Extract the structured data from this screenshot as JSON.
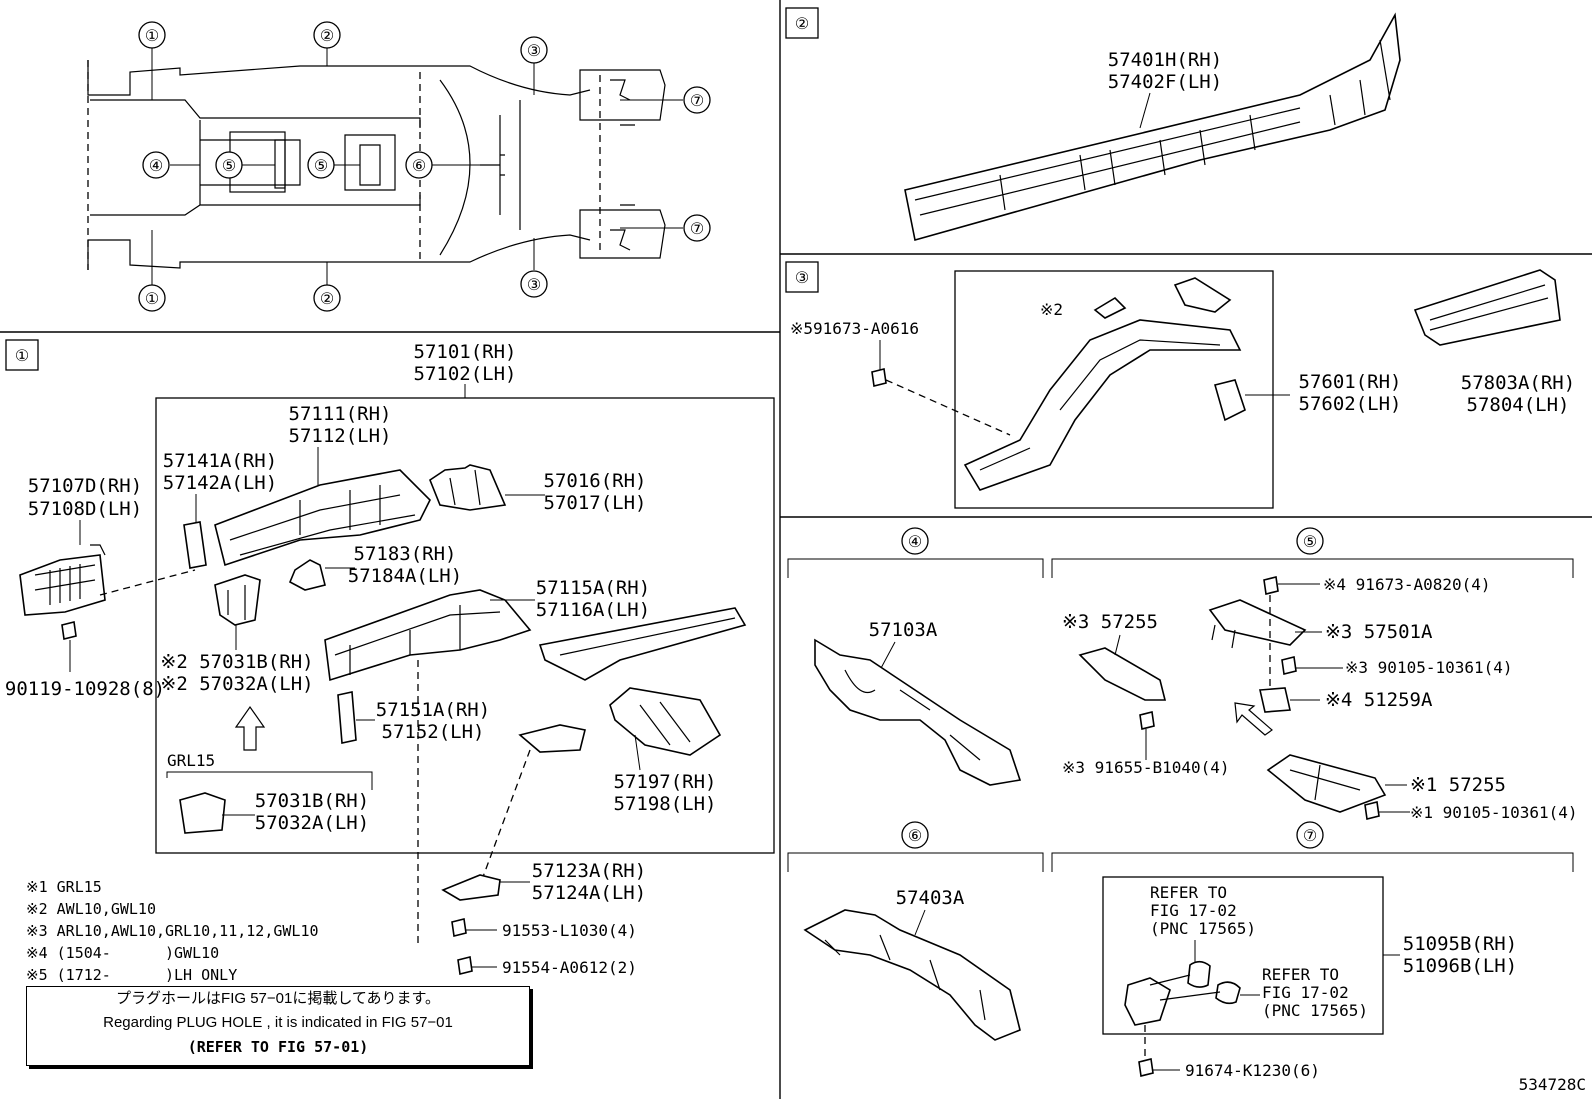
{
  "overview": {
    "callouts": [
      "①",
      "②",
      "③",
      "④",
      "⑤",
      "⑤",
      "⑥",
      "⑦",
      "⑦",
      "①",
      "②",
      "③"
    ]
  },
  "section1": {
    "badge": "①",
    "group_pn": [
      "57101(RH)",
      "57102(LH)"
    ],
    "parts": {
      "p57107": [
        "57107D(RH)",
        "57108D(LH)"
      ],
      "p90119": "90119-10928(8)",
      "p57141": [
        "57141A(RH)",
        "57142A(LH)"
      ],
      "p57111": [
        "57111(RH)",
        "57112(LH)"
      ],
      "p57016": [
        "57016(RH)",
        "57017(LH)"
      ],
      "p57183": [
        "57183(RH)",
        "57184A(LH)"
      ],
      "p57115": [
        "57115A(RH)",
        "57116A(LH)"
      ],
      "p57031": [
        "※2 57031B(RH)",
        "※2 57032A(LH)"
      ],
      "p57151": [
        "57151A(RH)",
        "57152(LH)"
      ],
      "p57197": [
        "57197(RH)",
        "57198(LH)"
      ],
      "grl_label": "GRL15",
      "p57031b": [
        "57031B(RH)",
        "57032A(LH)"
      ],
      "p57123": [
        "57123A(RH)",
        "57124A(LH)"
      ],
      "p91553": "91553-L1030(4)",
      "p91554": "91554-A0612(2)"
    },
    "notes": [
      "※1 GRL15",
      "※2 AWL10,GWL10",
      "※3 ARL10,AWL10,GRL10,11,12,GWL10",
      "※4 (1504-      )GWL10",
      "※5 (1712-      )LH ONLY"
    ],
    "notice": {
      "line1": "プラグホールはFIG 57−01に掲載してあります。",
      "line2": "Regarding  PLUG  HOLE , it is indicated in FIG  57−01",
      "line3": "(REFER TO FIG 57-01)"
    }
  },
  "section2": {
    "badge": "②",
    "parts": [
      "57401H(RH)",
      "57402F(LH)"
    ]
  },
  "section3": {
    "badge": "③",
    "bolt": "※591673-A0616",
    "mark2": "※2",
    "p57601": [
      "57601(RH)",
      "57602(LH)"
    ],
    "p57803": [
      "57803A(RH)",
      "57804(LH)"
    ]
  },
  "section4": {
    "badge": "④",
    "part": "57103A"
  },
  "section5": {
    "badge": "⑤",
    "p91673": "※4 91673-A0820(4)",
    "p57255a": "※3 57255",
    "p57501": "※3 57501A",
    "p90105a": "※3 90105-10361(4)",
    "p51259": "※4 51259A",
    "p91655": "※3 91655-B1040(4)",
    "p57255b": "※1 57255",
    "p90105b": "※1 90105-10361(4)"
  },
  "section6": {
    "badge": "⑥",
    "part": "57403A"
  },
  "section7": {
    "badge": "⑦",
    "ref1": [
      "REFER TO",
      "FIG 17-02",
      "(PNC 17565)"
    ],
    "ref2": [
      "REFER TO",
      "FIG 17-02",
      "(PNC 17565)"
    ],
    "p51095": [
      "51095B(RH)",
      "51096B(LH)"
    ],
    "p91674": "91674-K1230(6)"
  },
  "figure_id": "534728C"
}
